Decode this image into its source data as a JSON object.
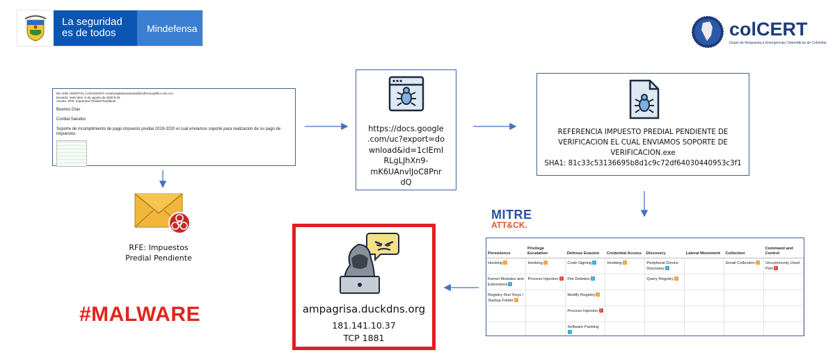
{
  "header": {
    "gov_line1": "La seguridad",
    "gov_line2": "es de todos",
    "gov_ministry": "Mindefensa",
    "colcert_prefix": "col",
    "colcert_suffix": "CERT",
    "colcert_subtitle": "Grupo de Respuesta a Emergencias Cibernéticas de Colombia"
  },
  "email": {
    "from": "De: ESE HOSPITAL CARAMANTA <esehospitalcaramanta@colbrosoadfno.com.co>",
    "sent": "Enviado: miércoles, 5 de agosto de 2020 9:33",
    "subject": "Asunto: RFE: Impuestos Predial Pendiente",
    "greeting": "Buenos Días",
    "regards": "Cordial Saludos",
    "body": "Soporte de incumplimiento de pago impuesto predial 2019-2020 el cual enviamos soporte para realización de su pago de impuestos"
  },
  "url_box": {
    "lines": [
      "https://docs.google",
      ".com/uc?export=do",
      "wnload&id=1cIEmI",
      "RLgLJhXn9-",
      "mK6UAnvlJoC8Pnr",
      "dQ"
    ]
  },
  "exe_box": {
    "lines": [
      "REFERENCIA IMPUESTO PREDIAL PENDIENTE DE",
      "VERIFICACION EL CUAL ENVIAMOS SOPORTE DE",
      "VERIFICACION.exe"
    ],
    "sha1": "SHA1: 81c33c53136695b8d1c9c72df64030440953c3f1"
  },
  "rfe_label": {
    "line1": "RFE: Impuestos",
    "line2": "Predial Pendiente"
  },
  "malware_tag": "#MALWARE",
  "c2": {
    "domain": "ampagrisa.duckdns.org",
    "ip": "181.141.10.37",
    "port": "TCP 1881"
  },
  "mitre": {
    "line1": "MITRE",
    "line2": "ATT&CK."
  },
  "attack_table": {
    "headers": [
      "Persistence",
      "Privilege Escalation",
      "Defense Evasion",
      "Credential Access",
      "Discovery",
      "Lateral Movement",
      "Collection",
      "Command and Control"
    ],
    "rows": [
      [
        {
          "t": "Hooking",
          "b": "orange"
        },
        {
          "t": "Hooking",
          "b": "orange"
        },
        {
          "t": "Code Signing",
          "b": "blue"
        },
        {
          "t": "Hooking",
          "b": "orange"
        },
        {
          "t": "Peripheral Device Discovery",
          "b": "blue"
        },
        {
          "t": "",
          "b": ""
        },
        {
          "t": "Email Collection",
          "b": "orange"
        },
        {
          "t": "Uncommonly Used Port",
          "b": "red"
        }
      ],
      [
        {
          "t": "Kernel Modules and Extensions",
          "b": "blue"
        },
        {
          "t": "Process Injection",
          "b": "red"
        },
        {
          "t": "File Deletion",
          "b": "blue"
        },
        {
          "t": "",
          "b": ""
        },
        {
          "t": "Query Registry",
          "b": "orange"
        },
        {
          "t": "",
          "b": ""
        },
        {
          "t": "",
          "b": ""
        },
        {
          "t": "",
          "b": ""
        }
      ],
      [
        {
          "t": "Registry Run Keys / Startup Folder",
          "b": "orange"
        },
        {
          "t": "",
          "b": ""
        },
        {
          "t": "Modify Registry",
          "b": "orange"
        },
        {
          "t": "",
          "b": ""
        },
        {
          "t": "",
          "b": ""
        },
        {
          "t": "",
          "b": ""
        },
        {
          "t": "",
          "b": ""
        },
        {
          "t": "",
          "b": ""
        }
      ],
      [
        {
          "t": "",
          "b": ""
        },
        {
          "t": "",
          "b": ""
        },
        {
          "t": "Process Injection",
          "b": "red"
        },
        {
          "t": "",
          "b": ""
        },
        {
          "t": "",
          "b": ""
        },
        {
          "t": "",
          "b": ""
        },
        {
          "t": "",
          "b": ""
        },
        {
          "t": "",
          "b": ""
        }
      ],
      [
        {
          "t": "",
          "b": ""
        },
        {
          "t": "",
          "b": ""
        },
        {
          "t": "Software Packing",
          "b": "blue"
        },
        {
          "t": "",
          "b": ""
        },
        {
          "t": "",
          "b": ""
        },
        {
          "t": "",
          "b": ""
        },
        {
          "t": "",
          "b": ""
        },
        {
          "t": "",
          "b": ""
        }
      ]
    ]
  },
  "colors": {
    "accent_blue": "#3e5f96",
    "alert_red": "#e02020",
    "arrow": "#4472c4"
  }
}
